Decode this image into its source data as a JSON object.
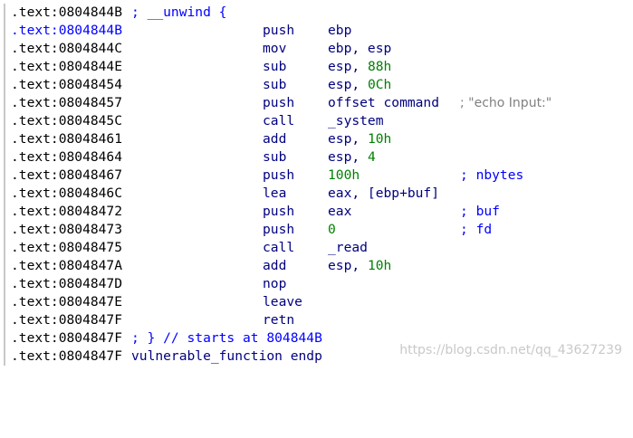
{
  "lines": [
    {
      "addr": ".text:0804844B",
      "comment": "; __unwind {"
    },
    {
      "addr": ".text:0804844B",
      "mnemonic": "push",
      "op1": "ebp"
    },
    {
      "addr": ".text:0804844C",
      "mnemonic": "mov",
      "op1": "ebp, esp"
    },
    {
      "addr": ".text:0804844E",
      "mnemonic": "sub",
      "op1": "esp, ",
      "num": "88h"
    },
    {
      "addr": ".text:08048454",
      "mnemonic": "sub",
      "op1": "esp, ",
      "num": "0Ch"
    },
    {
      "addr": ".text:08048457",
      "mnemonic": "push",
      "op1": "offset command",
      "cmt": "; \"echo Input:\""
    },
    {
      "addr": ".text:0804845C",
      "mnemonic": "call",
      "op1": "_system"
    },
    {
      "addr": ".text:08048461",
      "mnemonic": "add",
      "op1": "esp, ",
      "num": "10h"
    },
    {
      "addr": ".text:08048464",
      "mnemonic": "sub",
      "op1": "esp, ",
      "num": "4"
    },
    {
      "addr": ".text:08048467",
      "mnemonic": "push",
      "num": "100h",
      "cmt": "; nbytes"
    },
    {
      "addr": ".text:0804846C",
      "mnemonic": "lea",
      "op1": "eax, [ebp+buf]"
    },
    {
      "addr": ".text:08048472",
      "mnemonic": "push",
      "op1": "eax",
      "cmt": "; buf"
    },
    {
      "addr": ".text:08048473",
      "mnemonic": "push",
      "num": "0",
      "cmt": "; fd"
    },
    {
      "addr": ".text:08048475",
      "mnemonic": "call",
      "op1": "_read"
    },
    {
      "addr": ".text:0804847A",
      "mnemonic": "add",
      "op1": "esp, ",
      "num": "10h"
    },
    {
      "addr": ".text:0804847D",
      "mnemonic": "nop"
    },
    {
      "addr": ".text:0804847E",
      "mnemonic": "leave"
    },
    {
      "addr": ".text:0804847F",
      "mnemonic": "retn"
    },
    {
      "addr": ".text:0804847F",
      "comment": "; } // starts at 804844B"
    },
    {
      "addr": ".text:0804847F",
      "endp": "vulnerable_function endp"
    }
  ],
  "watermark": "https://blog.csdn.net/qq_43627239",
  "colors": {
    "address": "#000000",
    "address_highlight": "#0000ff",
    "mnemonic": "#000080",
    "number": "#008000",
    "comment": "#0000ff",
    "string_comment": "#808080",
    "background": "#ffffff"
  }
}
